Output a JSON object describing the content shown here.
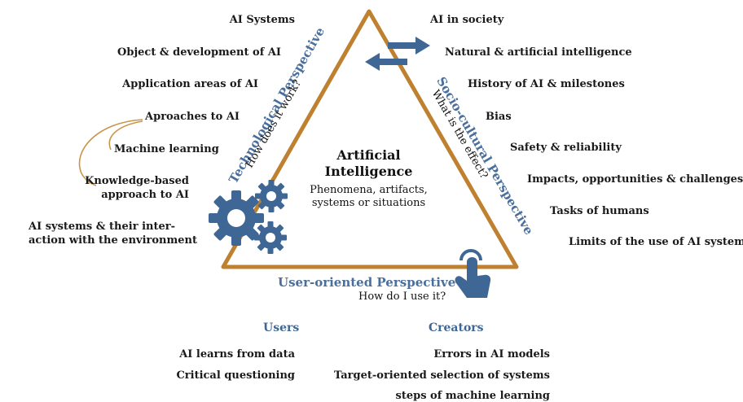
{
  "center": {
    "title_line1": "Artificial",
    "title_line2": "Intelligence",
    "sub_line1": "Phenomena, artifacts,",
    "sub_line2": "systems or situations"
  },
  "perspectives": {
    "technological": {
      "label": "Technological Perspective",
      "question": "How does it work?"
    },
    "sociocultural": {
      "label": "Socio-cultural Perspective",
      "question": "What is the effect?"
    },
    "user": {
      "label": "User-oriented Perspective",
      "question": "How do I use it?"
    }
  },
  "technological_items": [
    "AI Systems",
    "Object & development of AI",
    "Application areas of AI",
    "Aproaches to AI",
    "Machine learning",
    "Knowledge-based",
    "approach to AI",
    "AI systems & their inter-",
    "action with the environment"
  ],
  "sociocultural_items": [
    "AI in society",
    "Natural & artificial intelligence",
    "History of AI & milestones",
    "Bias",
    "Safety & reliability",
    "Impacts, opportunities & challenges",
    "Tasks of humans",
    "Limits of the use of AI systems"
  ],
  "users": {
    "header": "Users",
    "items": [
      "AI learns from data",
      "Critical questioning"
    ]
  },
  "creators": {
    "header": "Creators",
    "items": [
      "Errors in AI models",
      "Target-oriented selection of systems",
      "steps of machine learning"
    ]
  },
  "icons": [
    "gears-icon",
    "bidirectional-arrows-icon",
    "tap-hand-icon"
  ],
  "colors": {
    "triangle": "#bf8030",
    "accent_blue": "#3f6795",
    "bracket": "#c9954a"
  }
}
